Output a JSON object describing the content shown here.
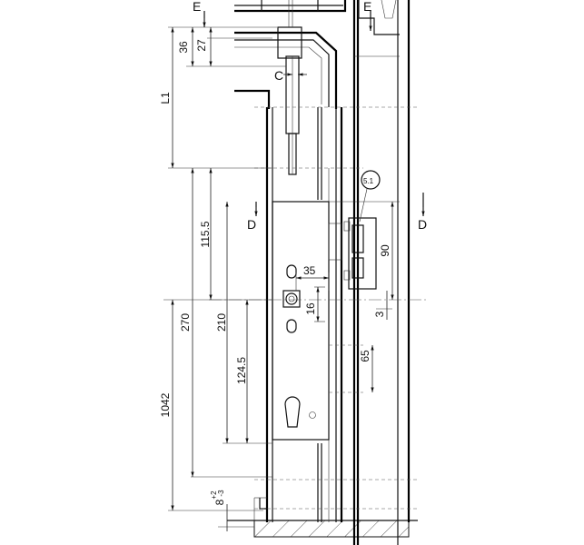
{
  "section_marks": {
    "top_left": "E",
    "top_right": "E",
    "mid_left": "D",
    "mid_right": "D",
    "detail_c": "C"
  },
  "callout": "5.1",
  "dimensions": {
    "d36": "36",
    "d27": "27",
    "dL1": "L1",
    "d115": "115.5",
    "d270": "270",
    "d210": "210",
    "d1245": "124.5",
    "d1042": "1042",
    "d35": "35",
    "d16": "16",
    "d90": "90",
    "d3": "3",
    "d65": "65",
    "d8": "8",
    "d8_tol_plus": "+2",
    "d8_tol_minus": "-3"
  }
}
